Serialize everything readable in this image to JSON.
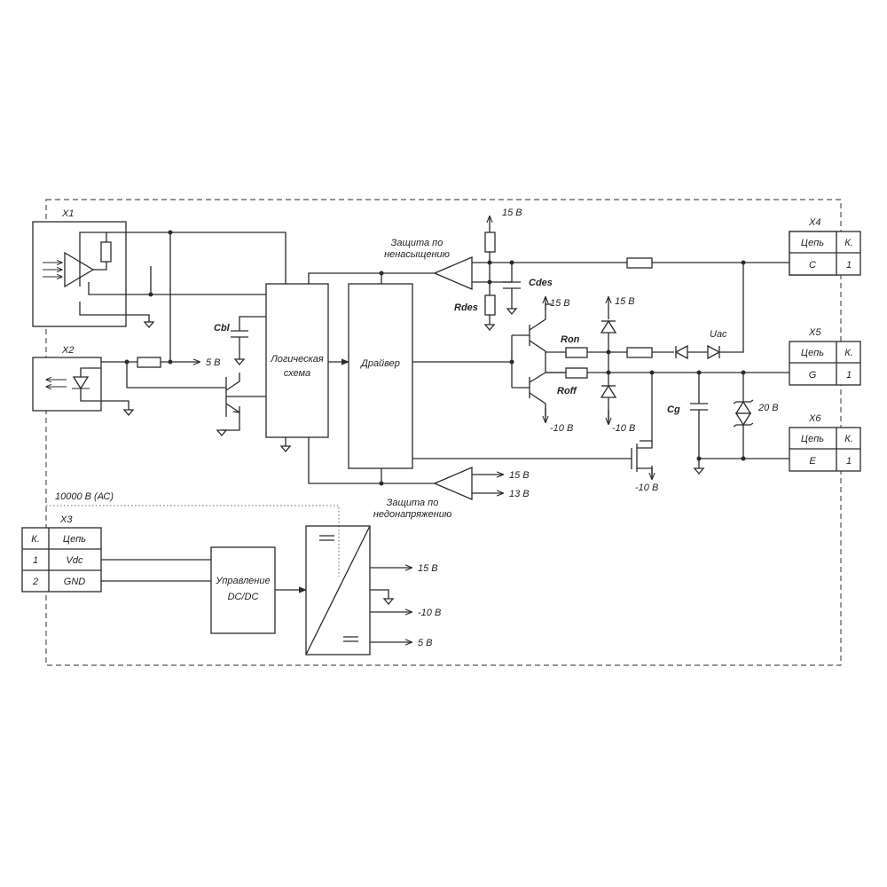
{
  "connectors": {
    "x1": {
      "name": "X1"
    },
    "x2": {
      "name": "X2"
    },
    "x3": {
      "name": "X3",
      "header": [
        "К.",
        "Цепь"
      ],
      "rows": [
        [
          "1",
          "Vdc"
        ],
        [
          "2",
          "GND"
        ]
      ]
    },
    "x4": {
      "name": "X4",
      "header": [
        "Цепь",
        "К."
      ],
      "row": [
        "C",
        "1"
      ]
    },
    "x5": {
      "name": "X5",
      "header": [
        "Цепь",
        "К."
      ],
      "row": [
        "G",
        "1"
      ]
    },
    "x6": {
      "name": "X6",
      "header": [
        "Цепь",
        "К."
      ],
      "row": [
        "E",
        "1"
      ]
    }
  },
  "blocks": {
    "logic": [
      "Логическая",
      "схема"
    ],
    "driver": "Драйвер",
    "dcdc": [
      "Управление",
      "DC/DC"
    ]
  },
  "labels": {
    "desat": [
      "Защита по",
      "ненасыщению"
    ],
    "uvlo": [
      "Защита по",
      "недонапряжению"
    ],
    "isolation": "10000 В (АС)",
    "cbl": "Cbl",
    "cdes": "Cdes",
    "rdes": "Rdes",
    "ron": "Ron",
    "roff": "Roff",
    "uac": "Uac",
    "cg": "Cg",
    "zener": "20 В"
  },
  "voltages": {
    "v5_logic": "5 В",
    "v15_desat": "15 В",
    "v15_q1": "15 В",
    "v15_diode": "15 В",
    "vm10_q2": "-10 В",
    "vm10_diode": "-10 В",
    "vm10_mosfet": "-10 В",
    "uvlo_15": "15 В",
    "uvlo_13": "13 В",
    "out_15": "15 В",
    "out_m10": "-10 В",
    "out_5": "5 В"
  }
}
